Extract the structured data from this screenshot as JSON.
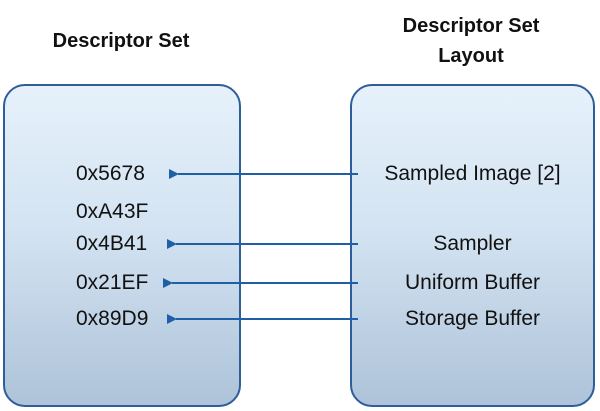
{
  "descriptor_set": {
    "title": "Descriptor Set",
    "values": [
      "0x5678",
      "0xA43F",
      "0x4B41",
      "0x21EF",
      "0x89D9"
    ]
  },
  "descriptor_set_layout": {
    "title_line1": "Descriptor Set",
    "title_line2": "Layout",
    "bindings": [
      "Sampled Image [2]",
      "Sampler",
      "Uniform Buffer",
      "Storage Buffer"
    ]
  },
  "colors": {
    "box_border": "#2e5e99",
    "arrow": "#1f5fa6",
    "box_fill_top": "#e6f1fb",
    "box_fill_bottom": "#aec3d9"
  }
}
